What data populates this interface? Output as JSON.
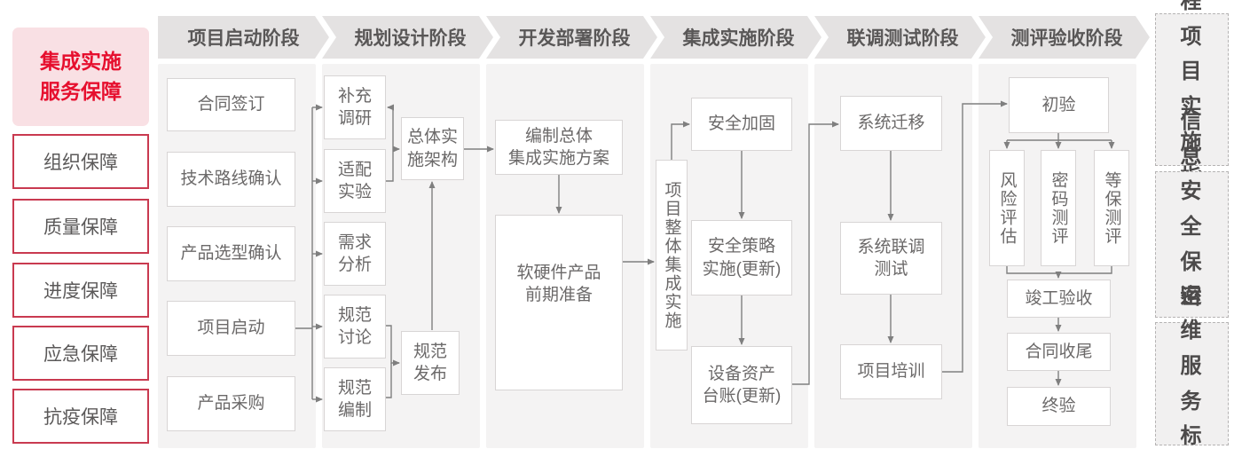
{
  "colors": {
    "accent_red": "#e60f2e",
    "pink_bg": "#f9e0e4",
    "red_border": "#c93a50",
    "panel_bg": "#f4f3f3",
    "header_bg": "#e4e2e2",
    "line_gray": "#7f7f7f"
  },
  "sidebar": {
    "title": "集成实施\n服务保障",
    "items": [
      {
        "label": "组织保障"
      },
      {
        "label": "质量保障"
      },
      {
        "label": "进度保障"
      },
      {
        "label": "应急保障"
      },
      {
        "label": "抗疫保障"
      }
    ]
  },
  "phases": [
    {
      "label": "项目启动阶段",
      "nodes": {
        "contract_signing": "合同签订",
        "tech_route_confirm": "技术路线确认",
        "product_selection_confirm": "产品选型确认",
        "project_kickoff": "项目启动",
        "product_procurement": "产品采购"
      }
    },
    {
      "label": "规划设计阶段",
      "nodes": {
        "supplementary_research": "补充\n调研",
        "adaptation_experiment": "适配\n实验",
        "requirement_analysis": "需求\n分析",
        "spec_discussion": "规范\n讨论",
        "spec_drafting": "规范\n编制",
        "overall_implementation_architecture": "总体实\n施架构",
        "spec_release": "规范\n发布"
      }
    },
    {
      "label": "开发部署阶段",
      "nodes": {
        "overall_integration_plan": "编制总体\n集成实施方案",
        "hw_sw_preparation": "软硬件产品\n前期准备"
      }
    },
    {
      "label": "集成实施阶段",
      "nodes": {
        "overall_project_integration": "项目整体集成实施",
        "security_hardening": "安全加固",
        "security_policy_update": "安全策略\n实施(更新)",
        "asset_ledger_update": "设备资产\n台账(更新)"
      }
    },
    {
      "label": "联调测试阶段",
      "nodes": {
        "system_migration": "系统迁移",
        "system_joint_testing": "系统联调\n测试",
        "project_training": "项目培训"
      }
    },
    {
      "label": "测评验收阶段",
      "nodes": {
        "initial_acceptance": "初验",
        "risk_assessment": "风险评估",
        "crypto_evaluation": "密码测评",
        "mlps_evaluation": "等保测评",
        "completion_acceptance": "竣工验收",
        "contract_closure": "合同收尾",
        "final_acceptance": "终验"
      }
    }
  ],
  "standards": [
    {
      "label": "工程项目实施指引",
      "display": "工程\n项目\n实施\n指引"
    },
    {
      "label": "信息安全保密标准",
      "display": "信息\n安全\n保密\n标准"
    },
    {
      "label": "运维服务标准",
      "display": "运维\n服务\n标准"
    }
  ]
}
